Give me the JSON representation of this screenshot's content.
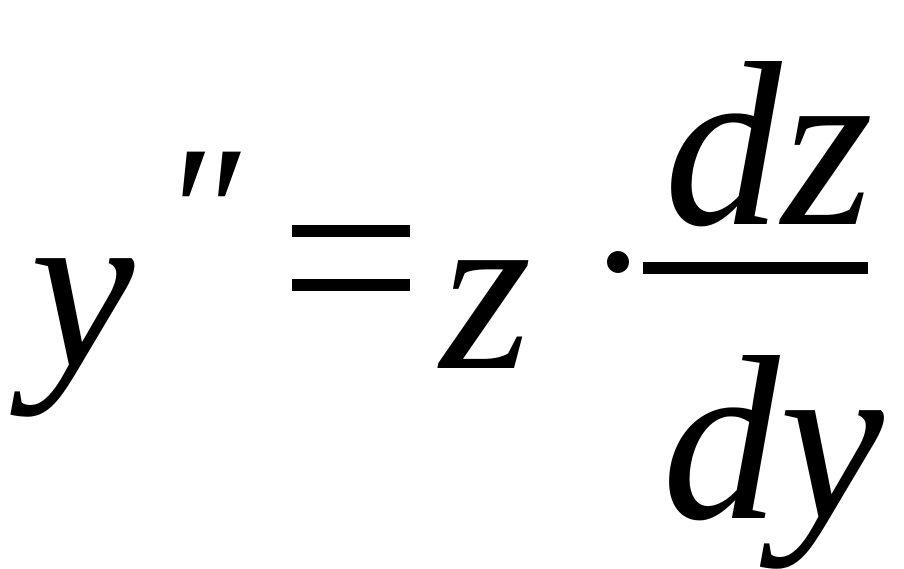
{
  "formula": {
    "lhs_variable": "y",
    "lhs_prime": "″",
    "operator": "=",
    "rhs_variable": "z",
    "multiplication": "·",
    "fraction": {
      "numerator": "dz",
      "denominator": "dy"
    }
  }
}
